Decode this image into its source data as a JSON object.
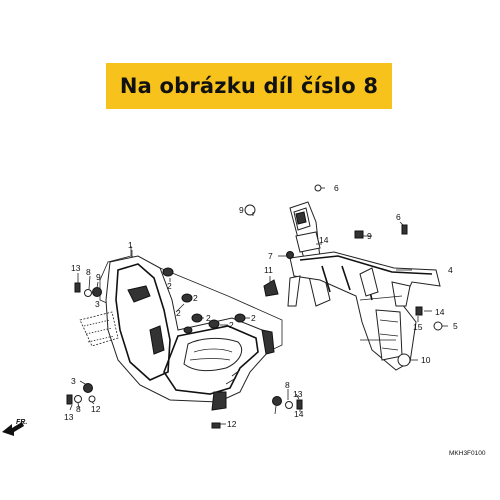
{
  "banner": {
    "text": "Na obrázku díl číslo 8",
    "color": "#f7c21b"
  },
  "diagram": {
    "code": "MKH3F0100",
    "direction_label": "FR.",
    "callouts": {
      "c1": "1",
      "c2a": "2",
      "c2b": "2",
      "c2c": "2",
      "c2d": "2",
      "c2e": "2",
      "c2f": "2",
      "c3a": "3",
      "c3b": "3",
      "c4": "4",
      "c5": "5",
      "c6a": "6",
      "c6b": "6",
      "c7": "7",
      "c8a": "8",
      "c8b": "8",
      "c8c": "8",
      "c9a": "9",
      "c9b": "9",
      "c9c": "9",
      "c10": "10",
      "c11": "11",
      "c12a": "12",
      "c12b": "12",
      "c13a": "13",
      "c13b": "13",
      "c13c": "13",
      "c14a": "14",
      "c14b": "14",
      "c15": "15"
    }
  }
}
